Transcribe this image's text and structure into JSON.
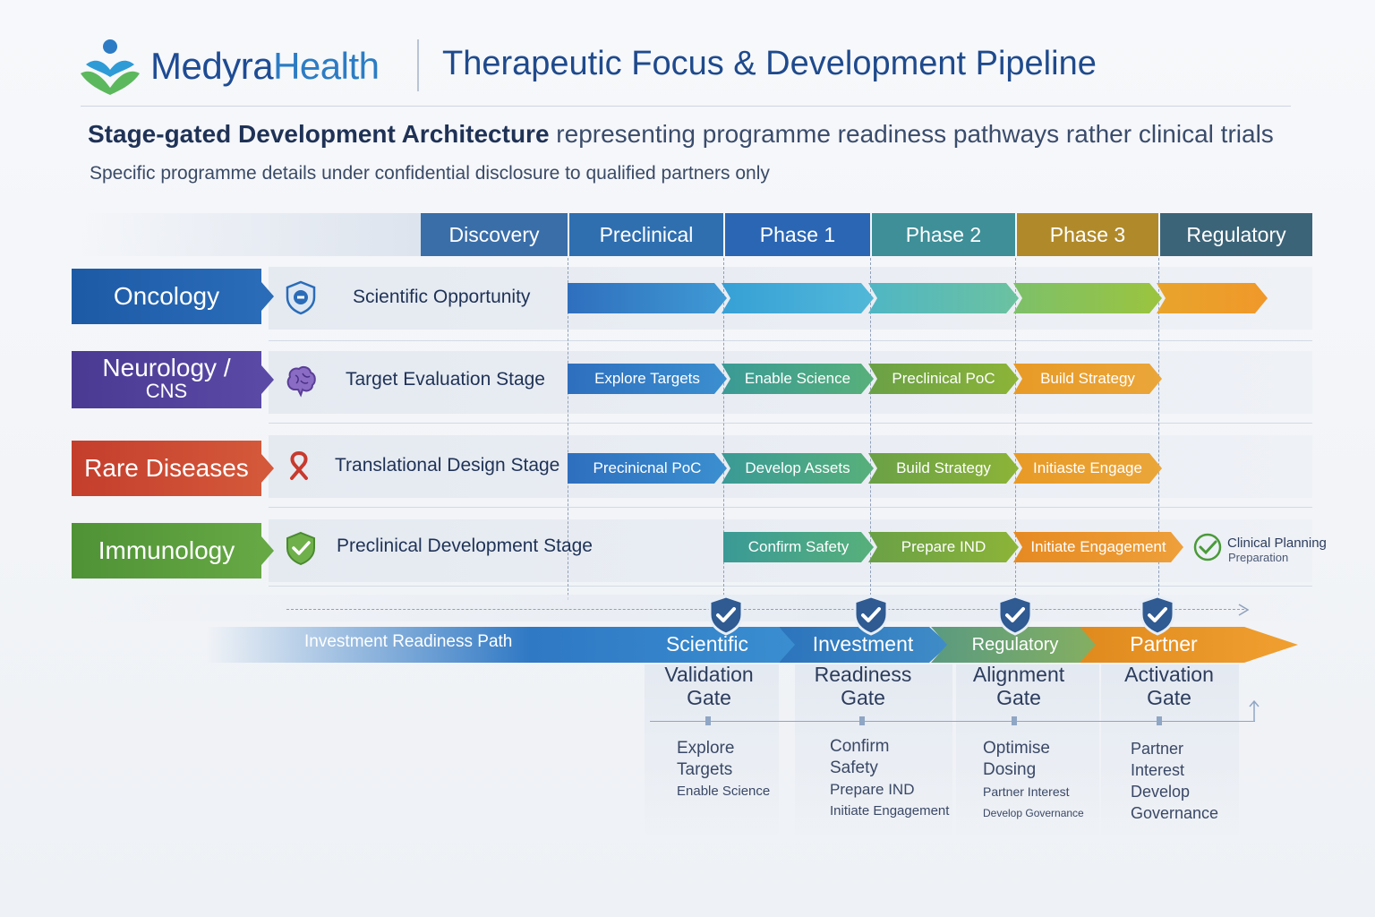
{
  "header": {
    "brand_part1": "Medyra",
    "brand_part2": "Health",
    "title": "Therapeutic Focus & Development Pipeline",
    "subtitle_strong": "Stage-gated Development Architecture",
    "subtitle_rest": " representing programme readiness pathways rather clinical trials",
    "note": "Specific programme details under confidential disclosure to qualified partners only"
  },
  "phases": [
    {
      "label": "Discovery",
      "color": "#3a6ea8"
    },
    {
      "label": "Preclinical",
      "color": "#2f6fb0"
    },
    {
      "label": "Phase 1",
      "color": "#2b66b4"
    },
    {
      "label": "Phase 2",
      "color": "#3e8f98"
    },
    {
      "label": "Phase 3",
      "color": "#b08a2a"
    },
    {
      "label": "Regulatory",
      "color": "#3c6478"
    }
  ],
  "areas": [
    {
      "name": "Oncology",
      "name_line2": "",
      "icon": "shield-badge-icon",
      "color": "#1f5fa8",
      "stage": "Scientific Opportunity",
      "steps": [
        "",
        "",
        "",
        "",
        ""
      ]
    },
    {
      "name": "Neurology /",
      "name_line2": "CNS",
      "icon": "brain-icon",
      "color": "#4f3f97",
      "stage": "Target Evaluation Stage",
      "steps": [
        "Explore Targets",
        "Enable Science",
        "Preclinical PoC",
        "Build Strategy"
      ]
    },
    {
      "name": "Rare Diseases",
      "name_line2": "",
      "icon": "ribbon-icon",
      "color": "#c8472f",
      "stage": "Translational Design Stage",
      "steps": [
        "Precinicnal PoC",
        "Develop Assets",
        "Build Strategy",
        "Initiaste Engage"
      ]
    },
    {
      "name": "Immunology",
      "name_line2": "",
      "icon": "shield-check-icon",
      "color": "#5a9a3a",
      "stage": "Preclinical Development Stage",
      "steps": [
        "Confirm Safety",
        "Prepare IND",
        "Initiate Engagement"
      ],
      "extra_line1": "Clinical Planning",
      "extra_line2": "Preparation"
    }
  ],
  "readiness": {
    "path_label": "Investment Readiness Path",
    "gates": [
      {
        "title1": "Scientific",
        "title2": "Validation",
        "title3": "Gate",
        "color": "#2f78c4",
        "items": [
          "Explore",
          "Targets",
          "Enable Science"
        ]
      },
      {
        "title1": "Investment",
        "title2": "Readiness",
        "title3": "Gate",
        "color": "#2b7ab8",
        "items": [
          "Confirm",
          "Safety",
          "Prepare IND",
          "Initiate Engagement"
        ]
      },
      {
        "title1": "Regulatory",
        "title2": "Alignment",
        "title3": "Gate",
        "color": "#6fa06a",
        "items": [
          "Optimise",
          "Dosing",
          "Partner Interest",
          "Develop Governance"
        ]
      },
      {
        "title1": "Partner",
        "title2": "Activation",
        "title3": "Gate",
        "color": "#e58f1c",
        "items": [
          "Partner",
          "Interest",
          "Develop",
          "Governance"
        ]
      }
    ]
  }
}
